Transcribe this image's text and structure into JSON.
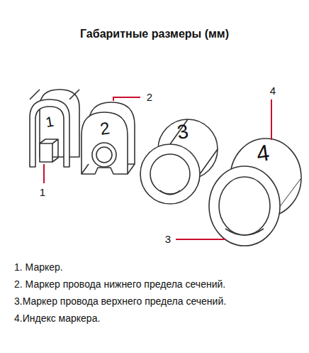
{
  "diagram": {
    "title": "Габаритные размеры (мм)",
    "labels": [
      "1",
      "2",
      "3",
      "4",
      "2",
      "4",
      "1",
      "3",
      "1. Маркер.",
      "2. Маркер провода нижнего предела сечений.",
      "3.Маркер провода верхнего предела сечений.",
      "4.Индекс маркера."
    ]
  }
}
